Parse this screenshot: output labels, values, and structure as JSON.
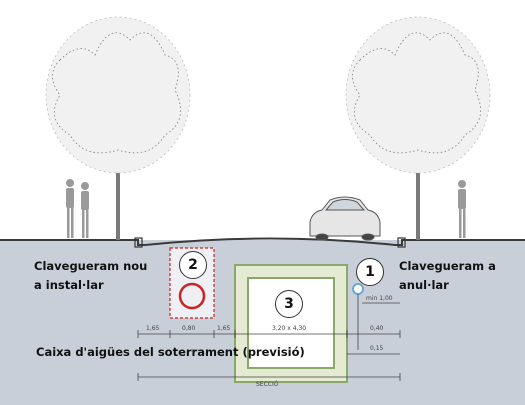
{
  "labels": {
    "new_sewer_line1": "Clavegueram nou",
    "new_sewer_line2": "a instal·lar",
    "cancel_sewer_line1": "Clavegueram a",
    "cancel_sewer_line2": "anul·lar",
    "water_box": "Caixa d'aigües del soterrament (previsió)"
  },
  "markers": {
    "m1": "1",
    "m2": "2",
    "m3": "3"
  },
  "dimensions": {
    "d1": "1,65",
    "d2": "0,80",
    "d3": "1,65",
    "d4": "3,20 x 4,30",
    "d5": "0,40",
    "d6": "0,15",
    "d7": "min 1,00",
    "total": "SECCIÓ"
  },
  "colors": {
    "ground": "#c9cfd9",
    "ground_edge": "#3a3a3a",
    "box_fill": "#e4ebd2",
    "box_border": "#8aa86a",
    "new_pipe": "#cc2222",
    "old_pipe": "#6aa8d8",
    "sketch": "#7a7a7a"
  }
}
